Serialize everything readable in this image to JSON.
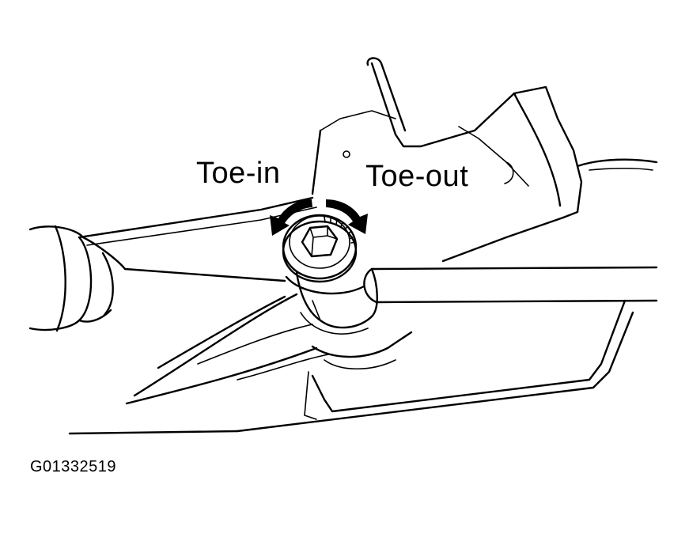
{
  "labels": {
    "toe_in": "Toe-in",
    "toe_out": "Toe-out",
    "figure_code": "G01332519"
  },
  "colors": {
    "line": "#000000",
    "background": "#ffffff"
  }
}
